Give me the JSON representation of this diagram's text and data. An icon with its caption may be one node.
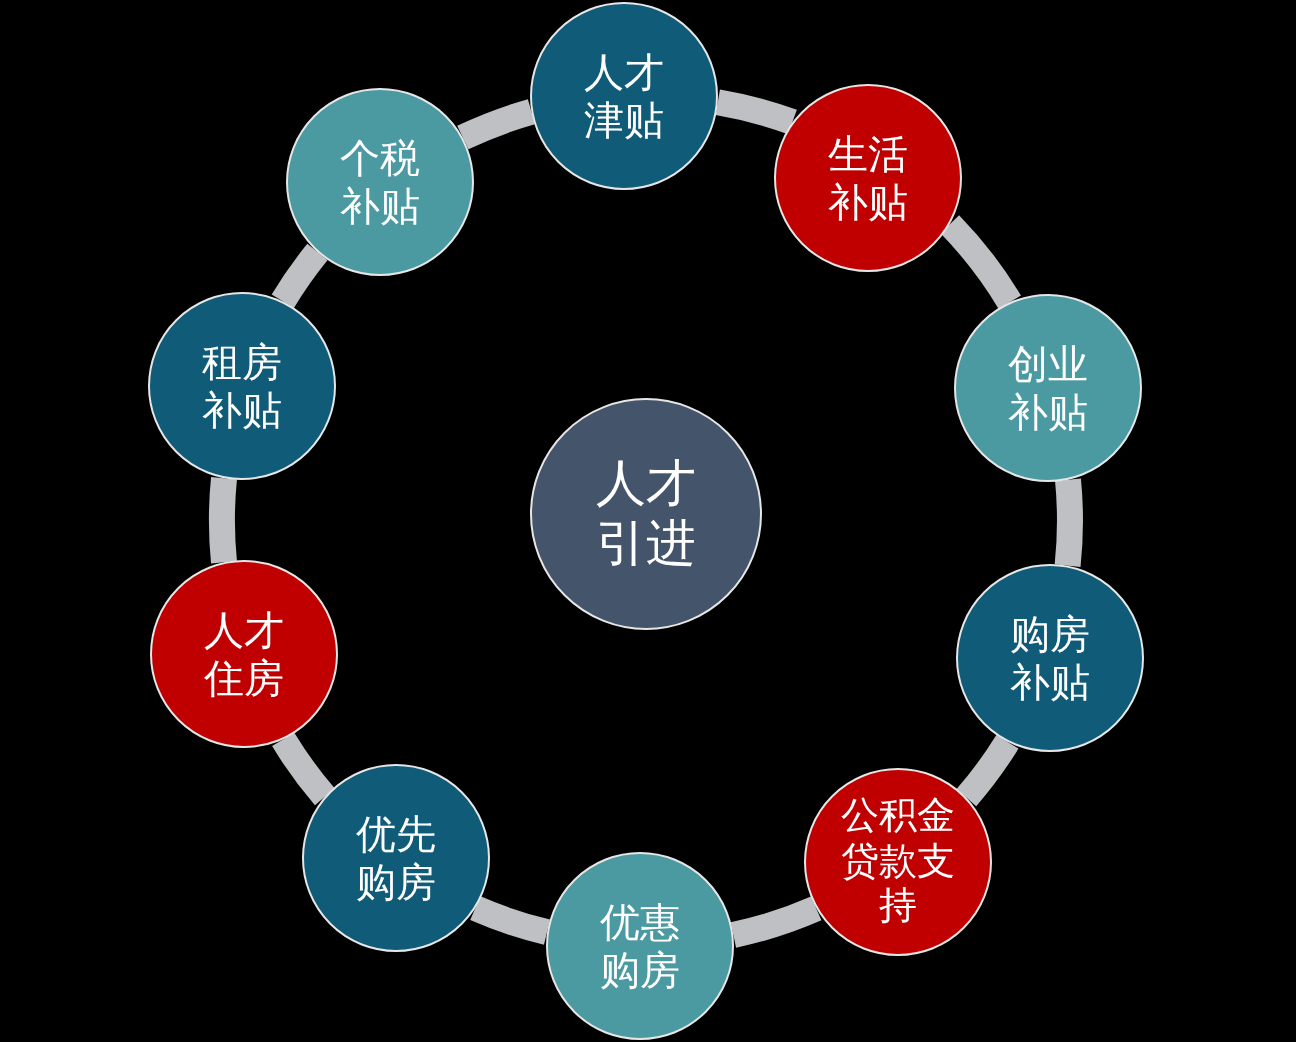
{
  "diagram": {
    "nodes": [
      {
        "text": [
          "人才引进"
        ]
      },
      {
        "text": [
          "人才津贴"
        ]
      },
      {
        "text": [
          "生活补贴"
        ]
      },
      {
        "text": [
          "创业补贴"
        ]
      },
      {
        "text": [
          "购房补贴"
        ]
      },
      {
        "text": [
          "公积金贷款支持"
        ]
      },
      {
        "text": [
          "优惠购房"
        ]
      },
      {
        "text": [
          "优先购房"
        ]
      },
      {
        "text": [
          "人才住房"
        ]
      },
      {
        "text": [
          "租房补贴"
        ]
      },
      {
        "text": [
          "个税补贴"
        ]
      }
    ],
    "edges": [
      {
        "from": 1,
        "to": 2,
        "arrow": "none"
      },
      {
        "from": 2,
        "to": 3,
        "arrow": "none"
      },
      {
        "from": 3,
        "to": 4,
        "arrow": "none"
      },
      {
        "from": 4,
        "to": 5,
        "arrow": "none"
      },
      {
        "from": 5,
        "to": 6,
        "arrow": "none"
      },
      {
        "from": 6,
        "to": 7,
        "arrow": "none"
      },
      {
        "from": 7,
        "to": 8,
        "arrow": "none"
      },
      {
        "from": 8,
        "to": 9,
        "arrow": "none"
      },
      {
        "from": 9,
        "to": 10,
        "arrow": "none"
      },
      {
        "from": 10,
        "to": 1,
        "arrow": "none"
      }
    ]
  }
}
